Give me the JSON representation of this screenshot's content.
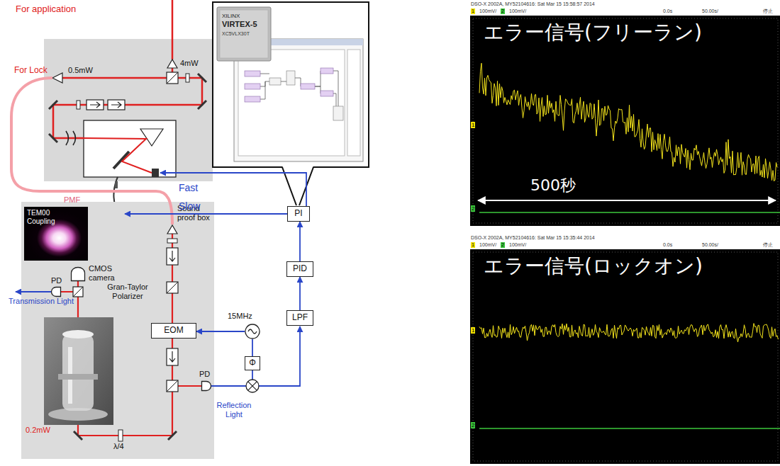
{
  "diagram": {
    "nodes": [
      {
        "text": [
          "PI"
        ]
      },
      {
        "text": [
          "Sound proof box"
        ]
      },
      {
        "text": [
          "CMOS camera"
        ],
        "in": 1
      },
      {
        "text": [
          "PD"
        ],
        "in": 1
      },
      {
        "text": [
          "EOM"
        ],
        "in": 1
      },
      {
        "text": [
          "PID"
        ]
      },
      {
        "text": [
          "15MHz"
        ]
      },
      {
        "text": [
          "LPF"
        ]
      },
      {
        "text": [
          "Φ"
        ]
      },
      {
        "text": [
          "PD"
        ],
        "in": 1
      }
    ],
    "edges": [
      {
        "from": 6,
        "to": 4,
        "arrow": "to"
      },
      {
        "from": 6,
        "to": 8,
        "arrow": "none"
      },
      {
        "from": 7,
        "to": 5,
        "arrow": "to"
      },
      {
        "from": 5,
        "to": 0,
        "arrow": "to"
      }
    ],
    "labels": [
      "For application",
      "4mW",
      "0.5mW",
      "For Lock",
      "XILINX",
      "VIRTEX-5",
      "XC5VLX30T",
      "Fast",
      "Slow",
      "PMF",
      "TEM00 Coupling",
      "Gran-Taylor Polarizer",
      "Transmission Light",
      "0.2mW",
      "λ/4",
      "Reflection Light",
      "DSO-X 2002A, MY52104616: Sat Mar 15 15:58:57 2014",
      "1",
      "100mV/",
      "2",
      "100mV/",
      "0.0s",
      "50.00s/",
      "停止",
      "エラー信号(フリーラン)",
      "1",
      "2",
      "500秒",
      "DSO-X 2002A, MY52104616: Sat Mar 15 15:35:44 2014",
      "1",
      "100mV/",
      "2",
      "100mV/",
      "0.0s",
      "50.00s/",
      "停止",
      "エラー信号(ロックオン)",
      "1",
      "2"
    ]
  }
}
